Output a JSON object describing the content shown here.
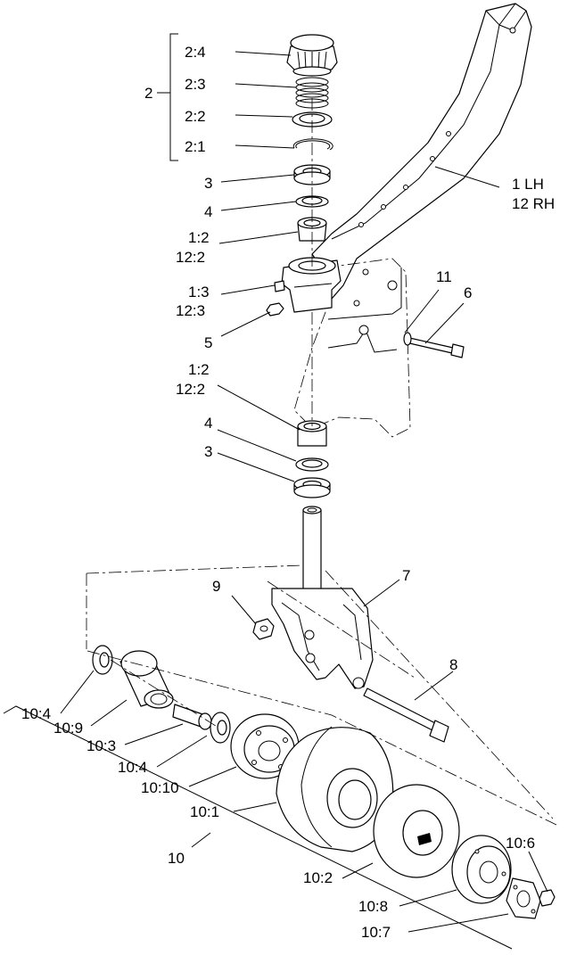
{
  "labels": {
    "l2": "2",
    "l2_4": "2:4",
    "l2_3": "2:3",
    "l2_2": "2:2",
    "l2_1": "2:1",
    "l3a": "3",
    "l4a": "4",
    "l1_2a": "1:2",
    "l12_2a": "12:2",
    "l1_3": "1:3",
    "l12_3": "12:3",
    "l5": "5",
    "l1lh": "1 LH",
    "l12rh": "12 RH",
    "l11": "11",
    "l6": "6",
    "l1_2b": "1:2",
    "l12_2b": "12:2",
    "l4b": "4",
    "l3b": "3",
    "l9": "9",
    "l7": "7",
    "l8": "8",
    "l10_4a": "10:4",
    "l10_9": "10:9",
    "l10_3": "10:3",
    "l10_4b": "10:4",
    "l10_10": "10:10",
    "l10_1": "10:1",
    "l10": "10",
    "l10_2": "10:2",
    "l10_6": "10:6",
    "l10_8": "10:8",
    "l10_7": "10:7"
  }
}
